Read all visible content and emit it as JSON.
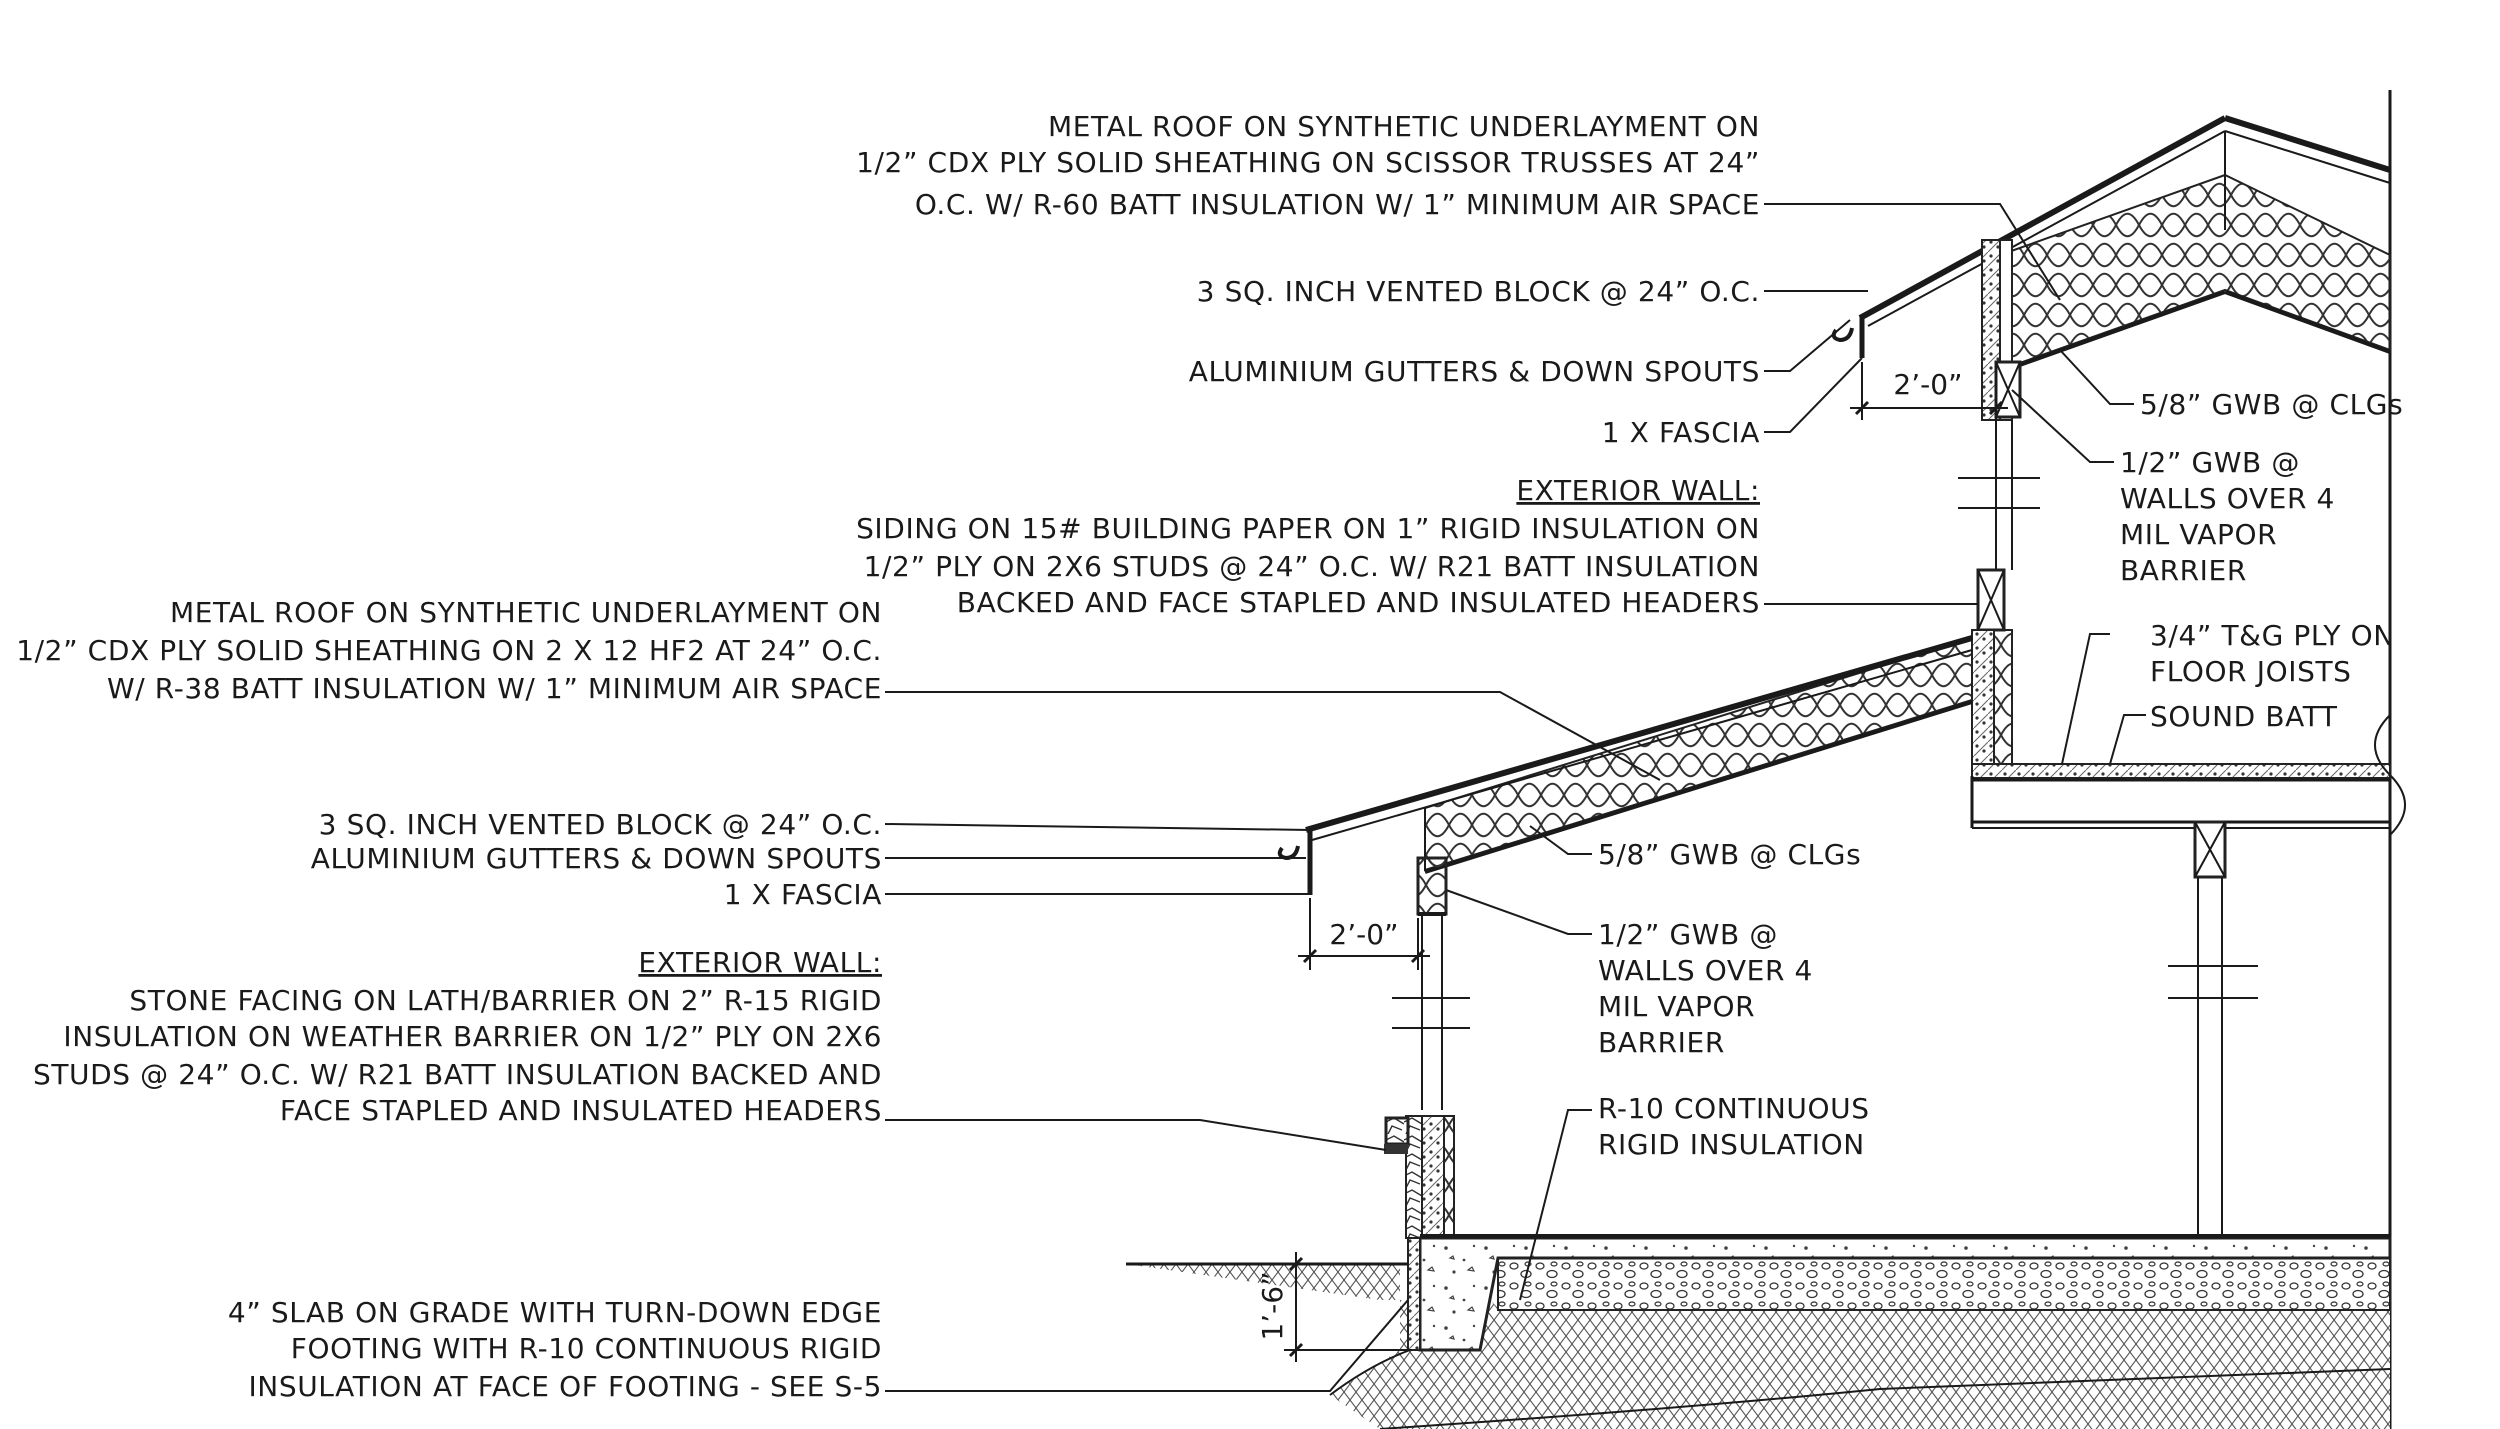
{
  "upper_roof_note": {
    "lines": [
      "METAL ROOF ON SYNTHETIC UNDERLAYMENT ON",
      "1/2” CDX PLY SOLID SHEATHING ON SCISSOR TRUSSES AT 24”",
      "O.C. W/ R-60 BATT INSULATION W/ 1” MINIMUM AIR SPACE"
    ]
  },
  "upper_vented_block": "3 SQ. INCH VENTED BLOCK @ 24” O.C.",
  "upper_gutters": "ALUMINIUM GUTTERS & DOWN SPOUTS",
  "upper_fascia": "1 X FASCIA",
  "upper_overhang_dim": "2’-0”",
  "upper_ceiling_gwb": "5/8” GWB @ CLGs",
  "upper_wall_gwb": [
    "1/2” GWB @",
    "WALLS OVER 4",
    "MIL VAPOR",
    "BARRIER"
  ],
  "upper_exterior_wall": {
    "heading": "EXTERIOR WALL:",
    "lines": [
      "SIDING ON 15# BUILDING PAPER ON 1” RIGID INSULATION ON",
      "1/2” PLY ON 2X6 STUDS @ 24” O.C. W/ R21 BATT INSULATION",
      "BACKED AND FACE STAPLED AND INSULATED HEADERS"
    ]
  },
  "floor_note": [
    "3/4” T&G PLY ON",
    "FLOOR JOISTS"
  ],
  "sound_batt": "SOUND BATT",
  "lower_roof_note": {
    "lines": [
      "METAL ROOF ON SYNTHETIC UNDERLAYMENT ON",
      "1/2” CDX PLY SOLID SHEATHING ON 2 X 12 HF2 AT 24” O.C.",
      "W/ R-38 BATT INSULATION W/ 1” MINIMUM AIR SPACE"
    ]
  },
  "lower_vented_block": "3 SQ. INCH VENTED BLOCK @ 24” O.C.",
  "lower_gutters": "ALUMINIUM GUTTERS & DOWN SPOUTS",
  "lower_fascia": "1 X FASCIA",
  "lower_overhang_dim": "2’-0”",
  "lower_ceiling_gwb": "5/8” GWB @ CLGs",
  "lower_wall_gwb": [
    "1/2” GWB @",
    "WALLS OVER 4",
    "MIL VAPOR",
    "BARRIER"
  ],
  "lower_exterior_wall": {
    "heading": "EXTERIOR WALL:",
    "lines": [
      "STONE FACING ON LATH/BARRIER ON 2” R-15 RIGID",
      "INSULATION ON WEATHER BARRIER ON 1/2” PLY ON 2X6",
      "STUDS @ 24” O.C. W/ R21 BATT INSULATION BACKED AND",
      "FACE STAPLED AND INSULATED HEADERS"
    ]
  },
  "rigid_insulation_note": [
    "R-10 CONTINUOUS",
    "RIGID INSULATION"
  ],
  "footing_depth_dim": "1’-6”",
  "slab_note": {
    "lines": [
      "4” SLAB ON GRADE WITH TURN-DOWN EDGE",
      "FOOTING WITH R-10 CONTINUOUS RIGID",
      "INSULATION AT FACE OF FOOTING - SEE S-5"
    ]
  }
}
